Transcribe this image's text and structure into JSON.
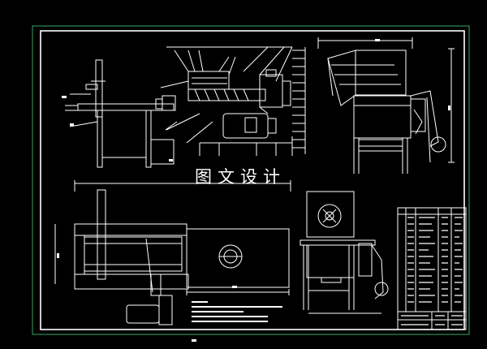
{
  "watermark": {
    "text": "图文设计"
  },
  "colors": {
    "background": "#000000",
    "border": "#2e8b57",
    "line": "#ffffff"
  },
  "views": [
    {
      "name": "front-elevation"
    },
    {
      "name": "side-elevation"
    },
    {
      "name": "plan-view"
    },
    {
      "name": "section-view"
    },
    {
      "name": "title-block"
    }
  ]
}
